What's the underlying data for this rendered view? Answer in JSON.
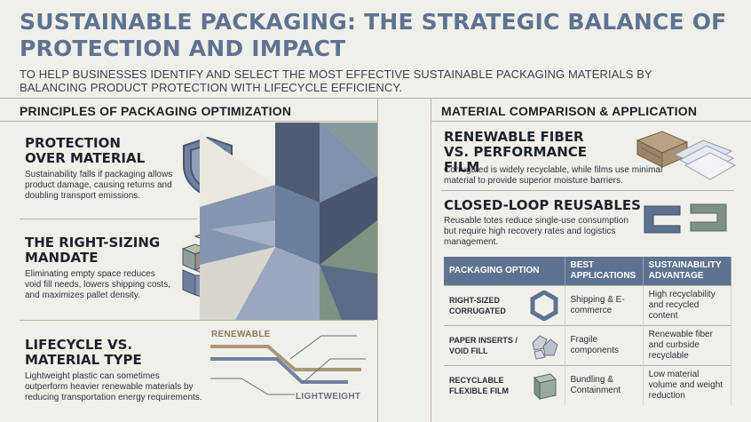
{
  "header": {
    "title": "Sustainable Packaging: The Strategic Balance of Protection and Impact",
    "subtitle": "To help businesses identify and select the most effective sustainable packaging materials by balancing product protection with lifecycle efficiency."
  },
  "left": {
    "heading": "Principles of Packaging Optimization",
    "blocks": [
      {
        "title": "Protection over Material",
        "text": "Sustainability falls if packaging allows product damage, causing returns and doubling transport emissions."
      },
      {
        "title": "The Right-Sizing Mandate",
        "text": "Eliminating empty space reduces void fill needs, lowers shipping costs, and maximizes pallet density."
      },
      {
        "title": "Lifecycle vs. Material Type",
        "text": "Lightweight plastic can sometimes outperform heavier renewable materials by reducing transportation energy requirements."
      }
    ],
    "chart_labels": {
      "renewable": "RENEWABLE",
      "lightweight": "LIGHTWEIGHT"
    }
  },
  "right": {
    "heading": "Material Comparison & Application",
    "blocks": [
      {
        "title": "Renewable Fiber vs. Performance Film",
        "text": "Corrugated is widely recyclable, while films use minimal material to provide superior moisture barriers."
      },
      {
        "title": "Closed-Loop Reusables",
        "text": "Reusable totes reduce single-use consumption but require high recovery rates and logistics management."
      }
    ],
    "table": {
      "headers": [
        "Packaging Option",
        "Best Applications",
        "Sustainability Advantage"
      ],
      "rows": [
        {
          "option": "Right-Sized Corrugated",
          "applications": "Shipping & E-commerce",
          "advantage": "High recyclability and recycled content"
        },
        {
          "option": "Paper Inserts / Void Fill",
          "applications": "Fragile components",
          "advantage": "Renewable fiber and curbside recyclable"
        },
        {
          "option": "Recyclable Flexible Film",
          "applications": "Bundling & Containment",
          "advantage": "Low material volume and weight reduction"
        }
      ]
    }
  },
  "colors": {
    "accent": "#5e7391",
    "green": "#7d9282",
    "tan": "#a8987a",
    "background": "#f1efea"
  }
}
